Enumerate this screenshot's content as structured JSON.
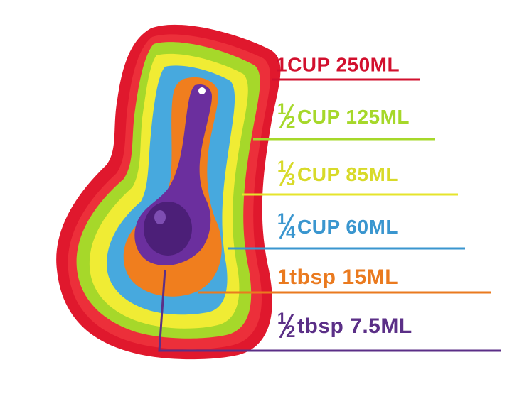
{
  "labels": [
    {
      "num": "",
      "den": "",
      "text": "1CUP 250ML",
      "color": "#d2102e"
    },
    {
      "num": "1",
      "den": "2",
      "text": "CUP 125ML",
      "color": "#a6d82a"
    },
    {
      "num": "1",
      "den": "3",
      "text": "CUP 85ML",
      "color": "#d8da2a"
    },
    {
      "num": "1",
      "den": "4",
      "text": "CUP 60ML",
      "color": "#3a96cf"
    },
    {
      "num": "",
      "den": "",
      "text": "1tbsp 15ML",
      "color": "#ea7a1f"
    },
    {
      "num": "1",
      "den": "2",
      "text": "tbsp 7.5ML",
      "color": "#5b2f87"
    }
  ],
  "colors": {
    "red": "#e0182d",
    "green": "#a6d82a",
    "yellow": "#e6e42c",
    "blue": "#47a9de",
    "orange": "#f07e1e",
    "purple": "#6b2f9e"
  }
}
